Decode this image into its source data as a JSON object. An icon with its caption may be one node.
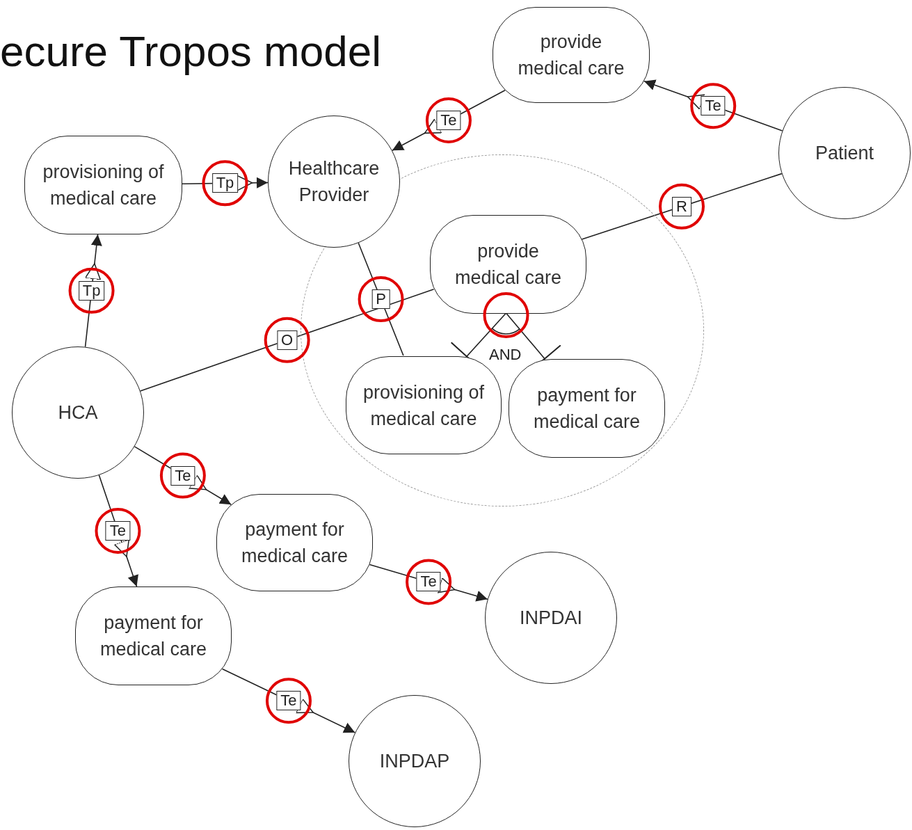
{
  "diagram": {
    "title": "ecure Tropos model",
    "nodes": [
      {
        "text": [
          "provide medical care"
        ]
      },
      {
        "text": [
          "Patient"
        ]
      },
      {
        "text": [
          "provisioning of medical care"
        ]
      },
      {
        "text": [
          "Healthcare Provider"
        ]
      },
      {
        "text": [],
        "shape": "circle"
      },
      {
        "text": [
          "provide medical care"
        ],
        "in": 4
      },
      {
        "text": [
          "provisioning of medical care"
        ],
        "in": 4
      },
      {
        "text": [
          "payment for medical care"
        ],
        "in": 4
      },
      {
        "text": [
          "HCA"
        ]
      },
      {
        "text": [
          "payment for medical care"
        ]
      },
      {
        "text": [
          "INPDAI"
        ]
      },
      {
        "text": [
          "payment for medical care"
        ]
      },
      {
        "text": [
          "INPDAP"
        ]
      }
    ],
    "edges": [
      {
        "from": 1,
        "to": 0,
        "arrow": "to",
        "label": "Te"
      },
      {
        "from": 0,
        "to": 3,
        "arrow": "to",
        "label": "Te"
      },
      {
        "from": 8,
        "to": 2,
        "arrow": "to",
        "label": "Tp"
      },
      {
        "from": 2,
        "to": 3,
        "arrow": "to",
        "label": "Tp"
      },
      {
        "from": 1,
        "to": 5,
        "arrow": "none",
        "label": "R"
      },
      {
        "from": 8,
        "to": 5,
        "arrow": "none",
        "label": "O"
      },
      {
        "from": 3,
        "to": 6,
        "arrow": "none",
        "label": "P"
      },
      {
        "from": 5,
        "to": 6,
        "arrow": "other"
      },
      {
        "from": 5,
        "to": 7,
        "arrow": "other"
      },
      {
        "from": 8,
        "to": 9,
        "arrow": "to",
        "label": "Te"
      },
      {
        "from": 9,
        "to": 10,
        "arrow": "to",
        "label": "Te"
      },
      {
        "from": 8,
        "to": 11,
        "arrow": "to",
        "label": "Te"
      },
      {
        "from": 11,
        "to": 12,
        "arrow": "to",
        "label": "Te"
      }
    ],
    "labels": [
      "AND"
    ]
  }
}
